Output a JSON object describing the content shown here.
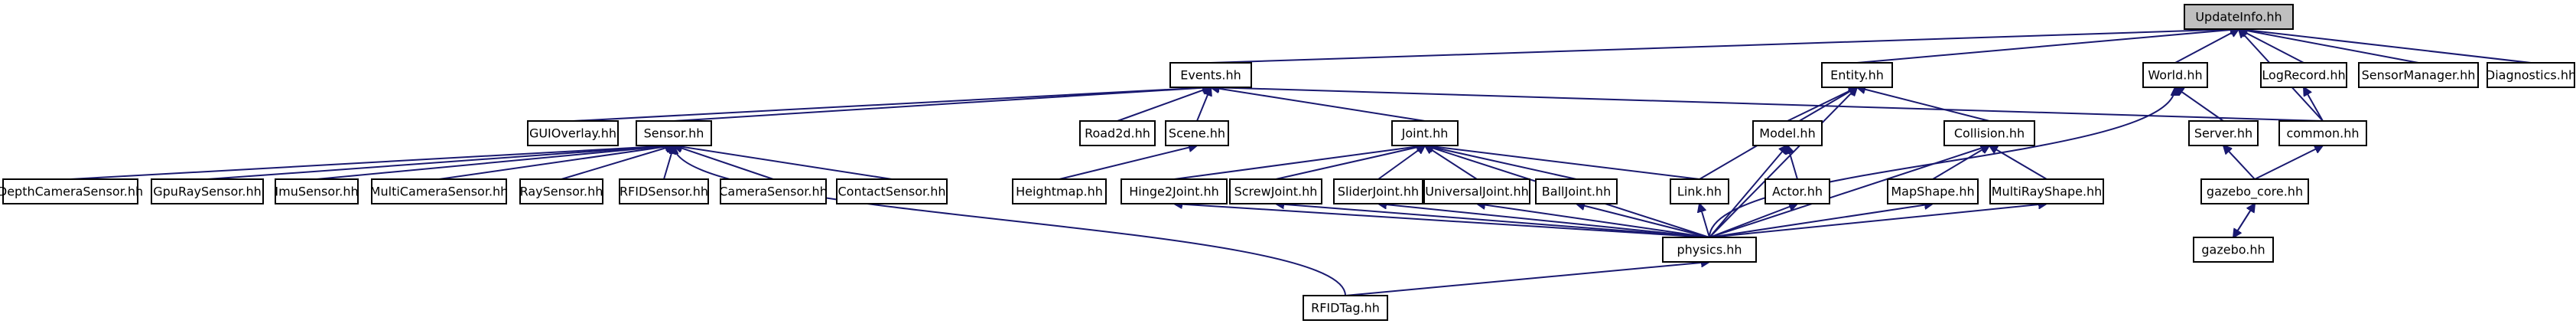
{
  "nodes": [
    {
      "id": "UpdateInfo",
      "label": "UpdateInfo.hh",
      "root": true
    },
    {
      "id": "Events",
      "label": "Events.hh"
    },
    {
      "id": "Entity",
      "label": "Entity.hh"
    },
    {
      "id": "World",
      "label": "World.hh"
    },
    {
      "id": "LogRecord",
      "label": "LogRecord.hh"
    },
    {
      "id": "SensorManager",
      "label": "SensorManager.hh"
    },
    {
      "id": "Diagnostics",
      "label": "Diagnostics.hh"
    },
    {
      "id": "GUIOverlay",
      "label": "GUIOverlay.hh"
    },
    {
      "id": "Sensor",
      "label": "Sensor.hh"
    },
    {
      "id": "Road2d",
      "label": "Road2d.hh"
    },
    {
      "id": "Scene",
      "label": "Scene.hh"
    },
    {
      "id": "Joint",
      "label": "Joint.hh"
    },
    {
      "id": "Model",
      "label": "Model.hh"
    },
    {
      "id": "Collision",
      "label": "Collision.hh"
    },
    {
      "id": "Server",
      "label": "Server.hh"
    },
    {
      "id": "common",
      "label": "common.hh"
    },
    {
      "id": "DepthCameraSensor",
      "label": "DepthCameraSensor.hh"
    },
    {
      "id": "GpuRaySensor",
      "label": "GpuRaySensor.hh"
    },
    {
      "id": "ImuSensor",
      "label": "ImuSensor.hh"
    },
    {
      "id": "MultiCameraSensor",
      "label": "MultiCameraSensor.hh"
    },
    {
      "id": "RaySensor",
      "label": "RaySensor.hh"
    },
    {
      "id": "RFIDSensor",
      "label": "RFIDSensor.hh"
    },
    {
      "id": "CameraSensor",
      "label": "CameraSensor.hh"
    },
    {
      "id": "ContactSensor",
      "label": "ContactSensor.hh"
    },
    {
      "id": "Heightmap",
      "label": "Heightmap.hh"
    },
    {
      "id": "Hinge2Joint",
      "label": "Hinge2Joint.hh"
    },
    {
      "id": "ScrewJoint",
      "label": "ScrewJoint.hh"
    },
    {
      "id": "SliderJoint",
      "label": "SliderJoint.hh"
    },
    {
      "id": "UniversalJoint",
      "label": "UniversalJoint.hh"
    },
    {
      "id": "BallJoint",
      "label": "BallJoint.hh"
    },
    {
      "id": "Link",
      "label": "Link.hh"
    },
    {
      "id": "Actor",
      "label": "Actor.hh"
    },
    {
      "id": "MapShape",
      "label": "MapShape.hh"
    },
    {
      "id": "MultiRayShape",
      "label": "MultiRayShape.hh"
    },
    {
      "id": "gazebo_core",
      "label": "gazebo_core.hh"
    },
    {
      "id": "physics",
      "label": "physics.hh"
    },
    {
      "id": "gazebo",
      "label": "gazebo.hh"
    },
    {
      "id": "RFIDTag",
      "label": "RFIDTag.hh"
    }
  ],
  "edges": [
    [
      "Events",
      "UpdateInfo"
    ],
    [
      "Entity",
      "UpdateInfo"
    ],
    [
      "World",
      "UpdateInfo"
    ],
    [
      "LogRecord",
      "UpdateInfo"
    ],
    [
      "SensorManager",
      "UpdateInfo"
    ],
    [
      "Diagnostics",
      "UpdateInfo"
    ],
    [
      "common",
      "UpdateInfo"
    ],
    [
      "GUIOverlay",
      "Events"
    ],
    [
      "Sensor",
      "Events"
    ],
    [
      "Road2d",
      "Events"
    ],
    [
      "Scene",
      "Events"
    ],
    [
      "Joint",
      "Events"
    ],
    [
      "common",
      "Events"
    ],
    [
      "Model",
      "Entity"
    ],
    [
      "Collision",
      "Entity"
    ],
    [
      "Link",
      "Entity"
    ],
    [
      "physics",
      "Entity"
    ],
    [
      "Server",
      "World"
    ],
    [
      "physics",
      "World"
    ],
    [
      "common",
      "LogRecord"
    ],
    [
      "DepthCameraSensor",
      "Sensor"
    ],
    [
      "GpuRaySensor",
      "Sensor"
    ],
    [
      "ImuSensor",
      "Sensor"
    ],
    [
      "MultiCameraSensor",
      "Sensor"
    ],
    [
      "RaySensor",
      "Sensor"
    ],
    [
      "RFIDSensor",
      "Sensor"
    ],
    [
      "CameraSensor",
      "Sensor"
    ],
    [
      "ContactSensor",
      "Sensor"
    ],
    [
      "RFIDTag",
      "Sensor"
    ],
    [
      "Heightmap",
      "Scene"
    ],
    [
      "Hinge2Joint",
      "Joint"
    ],
    [
      "ScrewJoint",
      "Joint"
    ],
    [
      "SliderJoint",
      "Joint"
    ],
    [
      "UniversalJoint",
      "Joint"
    ],
    [
      "BallJoint",
      "Joint"
    ],
    [
      "Link",
      "Joint"
    ],
    [
      "physics",
      "Joint"
    ],
    [
      "Actor",
      "Model"
    ],
    [
      "physics",
      "Model"
    ],
    [
      "MapShape",
      "Collision"
    ],
    [
      "MultiRayShape",
      "Collision"
    ],
    [
      "physics",
      "Collision"
    ],
    [
      "gazebo_core",
      "Server"
    ],
    [
      "gazebo_core",
      "common"
    ],
    [
      "physics",
      "Hinge2Joint"
    ],
    [
      "physics",
      "ScrewJoint"
    ],
    [
      "physics",
      "SliderJoint"
    ],
    [
      "physics",
      "UniversalJoint"
    ],
    [
      "physics",
      "BallJoint"
    ],
    [
      "physics",
      "Link"
    ],
    [
      "physics",
      "Actor"
    ],
    [
      "physics",
      "MapShape"
    ],
    [
      "physics",
      "MultiRayShape"
    ],
    [
      "RFIDTag",
      "physics"
    ],
    [
      "gazebo",
      "gazebo_core"
    ],
    [
      "gazebo_core",
      "gazebo"
    ]
  ]
}
